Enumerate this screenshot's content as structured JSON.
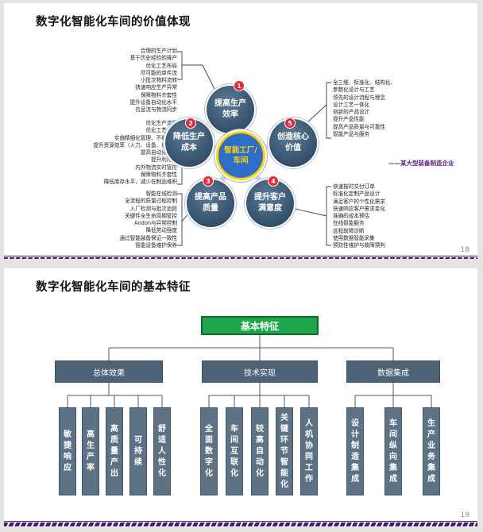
{
  "slide1": {
    "title": "数字化智能化车间的价值体现",
    "page": "18",
    "center": "智能工厂/车间",
    "note": "——某大型装备制造企业",
    "values": [
      {
        "num": "1",
        "label": "提高生产效率"
      },
      {
        "num": "2",
        "label": "降低生产成本"
      },
      {
        "num": "3",
        "label": "提高产品质量"
      },
      {
        "num": "4",
        "label": "提升客户满意度"
      },
      {
        "num": "5",
        "label": "创造核心价值"
      }
    ],
    "list1": [
      "合理的生产计划",
      "基于历史经验的排产",
      "优化工艺布局",
      "尽可能的单件流",
      "小批次物料流转",
      "快速响应生产异常",
      "保障物料齐套性",
      "提升设备自动化水平",
      "信息流与物流同步"
    ],
    "list2": [
      "优化生产流程",
      "优化工艺设计",
      "实施精细化管理，不断改善",
      "提升资源效率（人力、设备、材料）",
      "提高自动化程度",
      "提升利用率",
      "内外物流实时管控",
      "保障物料齐套性",
      "降低库存水平，减少在制品堆积"
    ],
    "list3": [
      "智能在线检测",
      "全流程的质量过程控制",
      "入厂检测与批次追踪",
      "关键件全生命周期管控",
      "Andon与异常控制",
      "降低劳动强度",
      "通过智能装备保证一致性",
      "智能设备维护保养"
    ],
    "list4": [
      "快速按时交付订单",
      "标准化定制产品设计",
      "满足客户的个性化需求",
      "快速响应客户需求变化",
      "准确的成本预估",
      "在线智能服务",
      "远程故障诊断",
      "使用数据智能采集",
      "预防性维护与故障预判"
    ],
    "list5": [
      "全三维、标准化、结构化、",
      "参数化设计与工艺",
      "领先的设计流程与理念",
      "设计工艺一体化",
      "创新的产品设计",
      "提升产品性能",
      "提高产品质量与可靠性",
      "智能产品与服务"
    ]
  },
  "slide2": {
    "title": "数字化智能化车间的基本特征",
    "page": "19",
    "root": "基本特征",
    "groups": [
      {
        "label": "总体效果",
        "items": [
          "敏捷响应",
          "高生产率",
          "高质量产出",
          "可持续",
          "舒适人性化"
        ]
      },
      {
        "label": "技术实现",
        "items": [
          "全面数字化",
          "车间互联化",
          "较高自动化",
          "关键环节智能化",
          "人机协同工作"
        ]
      },
      {
        "label": "数据集成",
        "items": [
          "设计制造集成",
          "车间纵向集成",
          "生产业务集成"
        ]
      }
    ]
  },
  "colors": {
    "accent": "#2f6ec8",
    "purple": "#4b1a6e",
    "green": "#1fa64a",
    "badge": "#e8263a",
    "box": "#4c6378"
  }
}
